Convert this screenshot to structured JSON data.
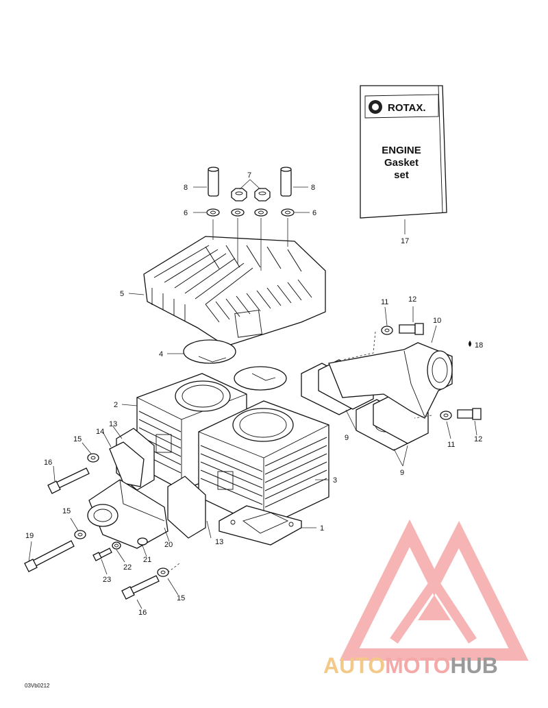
{
  "kit": {
    "brand": "ROTAX.",
    "line1": "ENGINE",
    "line2": "Gasket",
    "line3": "set"
  },
  "callouts": {
    "c1": "1",
    "c2": "2",
    "c3": "3",
    "c4": "4",
    "c5": "5",
    "c6a": "6",
    "c6b": "6",
    "c7": "7",
    "c8a": "8",
    "c8b": "8",
    "c9a": "9",
    "c9b": "9",
    "c10": "10",
    "c11a": "11",
    "c11b": "11",
    "c12a": "12",
    "c12b": "12",
    "c13a": "13",
    "c13b": "13",
    "c14": "14",
    "c15a": "15",
    "c15b": "15",
    "c15c": "15",
    "c16a": "16",
    "c16b": "16",
    "c17": "17",
    "c18": "18",
    "c19": "19",
    "c20": "20",
    "c21": "21",
    "c22": "22",
    "c23": "23"
  },
  "drawing_code": "03Vb0212",
  "watermark": {
    "part1": "AUTO",
    "part2": "MOTO",
    "part3": "HUB",
    "color_primary": "#f5a8a8",
    "color_secondary": "#f3c98a",
    "color_dark": "#9a9a9a"
  }
}
